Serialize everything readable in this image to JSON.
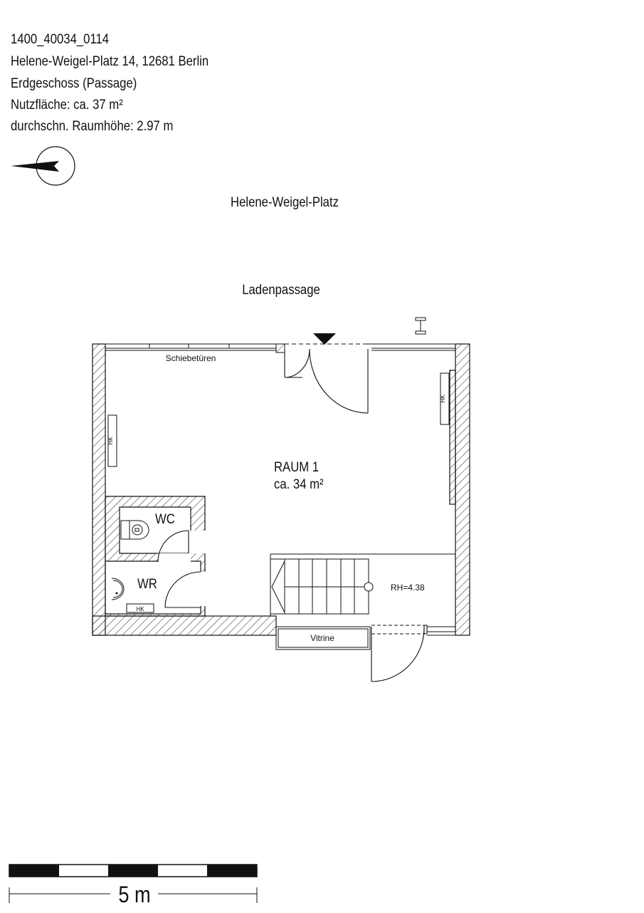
{
  "header": {
    "id": "1400_40034_0114",
    "address": "Helene-Weigel-Platz 14, 12681 Berlin",
    "floor": "Erdgeschoss (Passage)",
    "area": "Nutzfläche: ca. 37 m²",
    "height": "durchschn. Raumhöhe: 2.97 m"
  },
  "compass": {
    "icon": "north-arrow-icon"
  },
  "labels": {
    "street": "Helene-Weigel-Platz",
    "passage": "Ladenpassage",
    "sliding_doors": "Schiebetüren",
    "room_name": "RAUM 1",
    "room_area": "ca. 34 m²",
    "wc": "WC",
    "wr": "WR",
    "heater": "HK",
    "room_height": "RH=4.38",
    "vitrine": "Vitrine"
  },
  "scale": {
    "label": "5 m"
  }
}
